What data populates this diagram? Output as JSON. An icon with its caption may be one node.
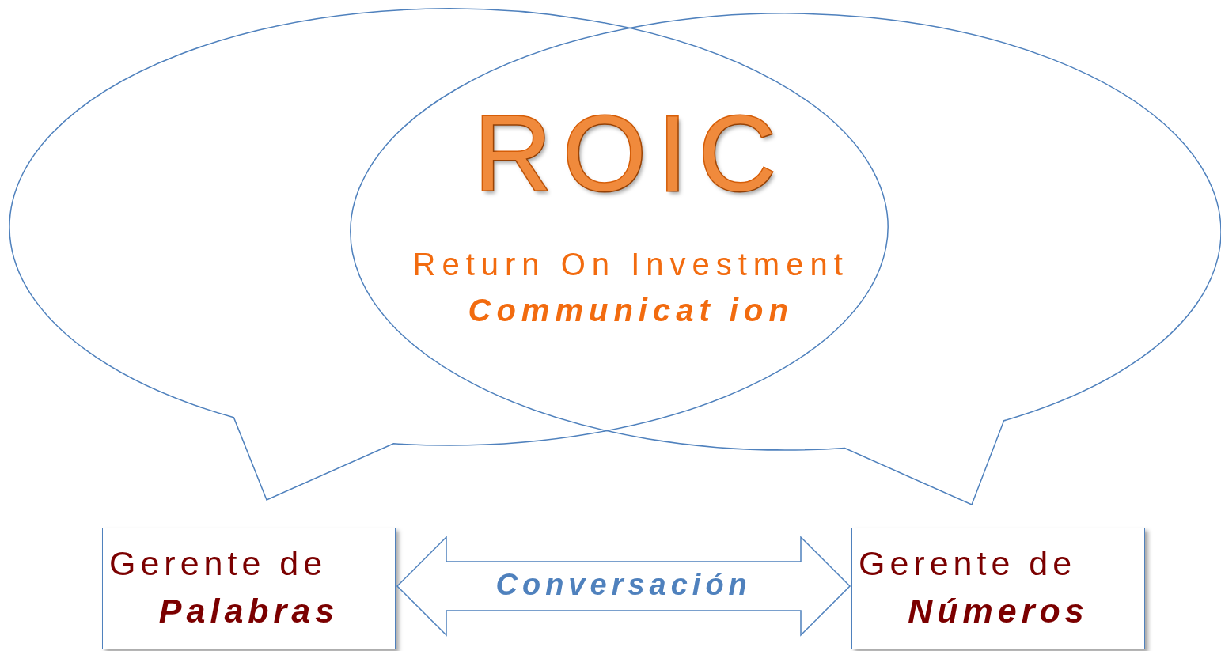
{
  "diagram": {
    "nodes": [
      {
        "text": [],
        "shape": "bubble"
      },
      {
        "text": [],
        "shape": "bubble"
      },
      {
        "text": [
          "Gerente de **Palabras**"
        ]
      },
      {
        "text": [
          "Gerente de **Números**"
        ]
      }
    ],
    "edges": [
      {
        "from": 2,
        "to": 3,
        "arrow": "both",
        "label": "Conversación"
      }
    ],
    "labels": [
      "ROIC",
      "Return On Investment",
      "Communicat ion"
    ]
  }
}
